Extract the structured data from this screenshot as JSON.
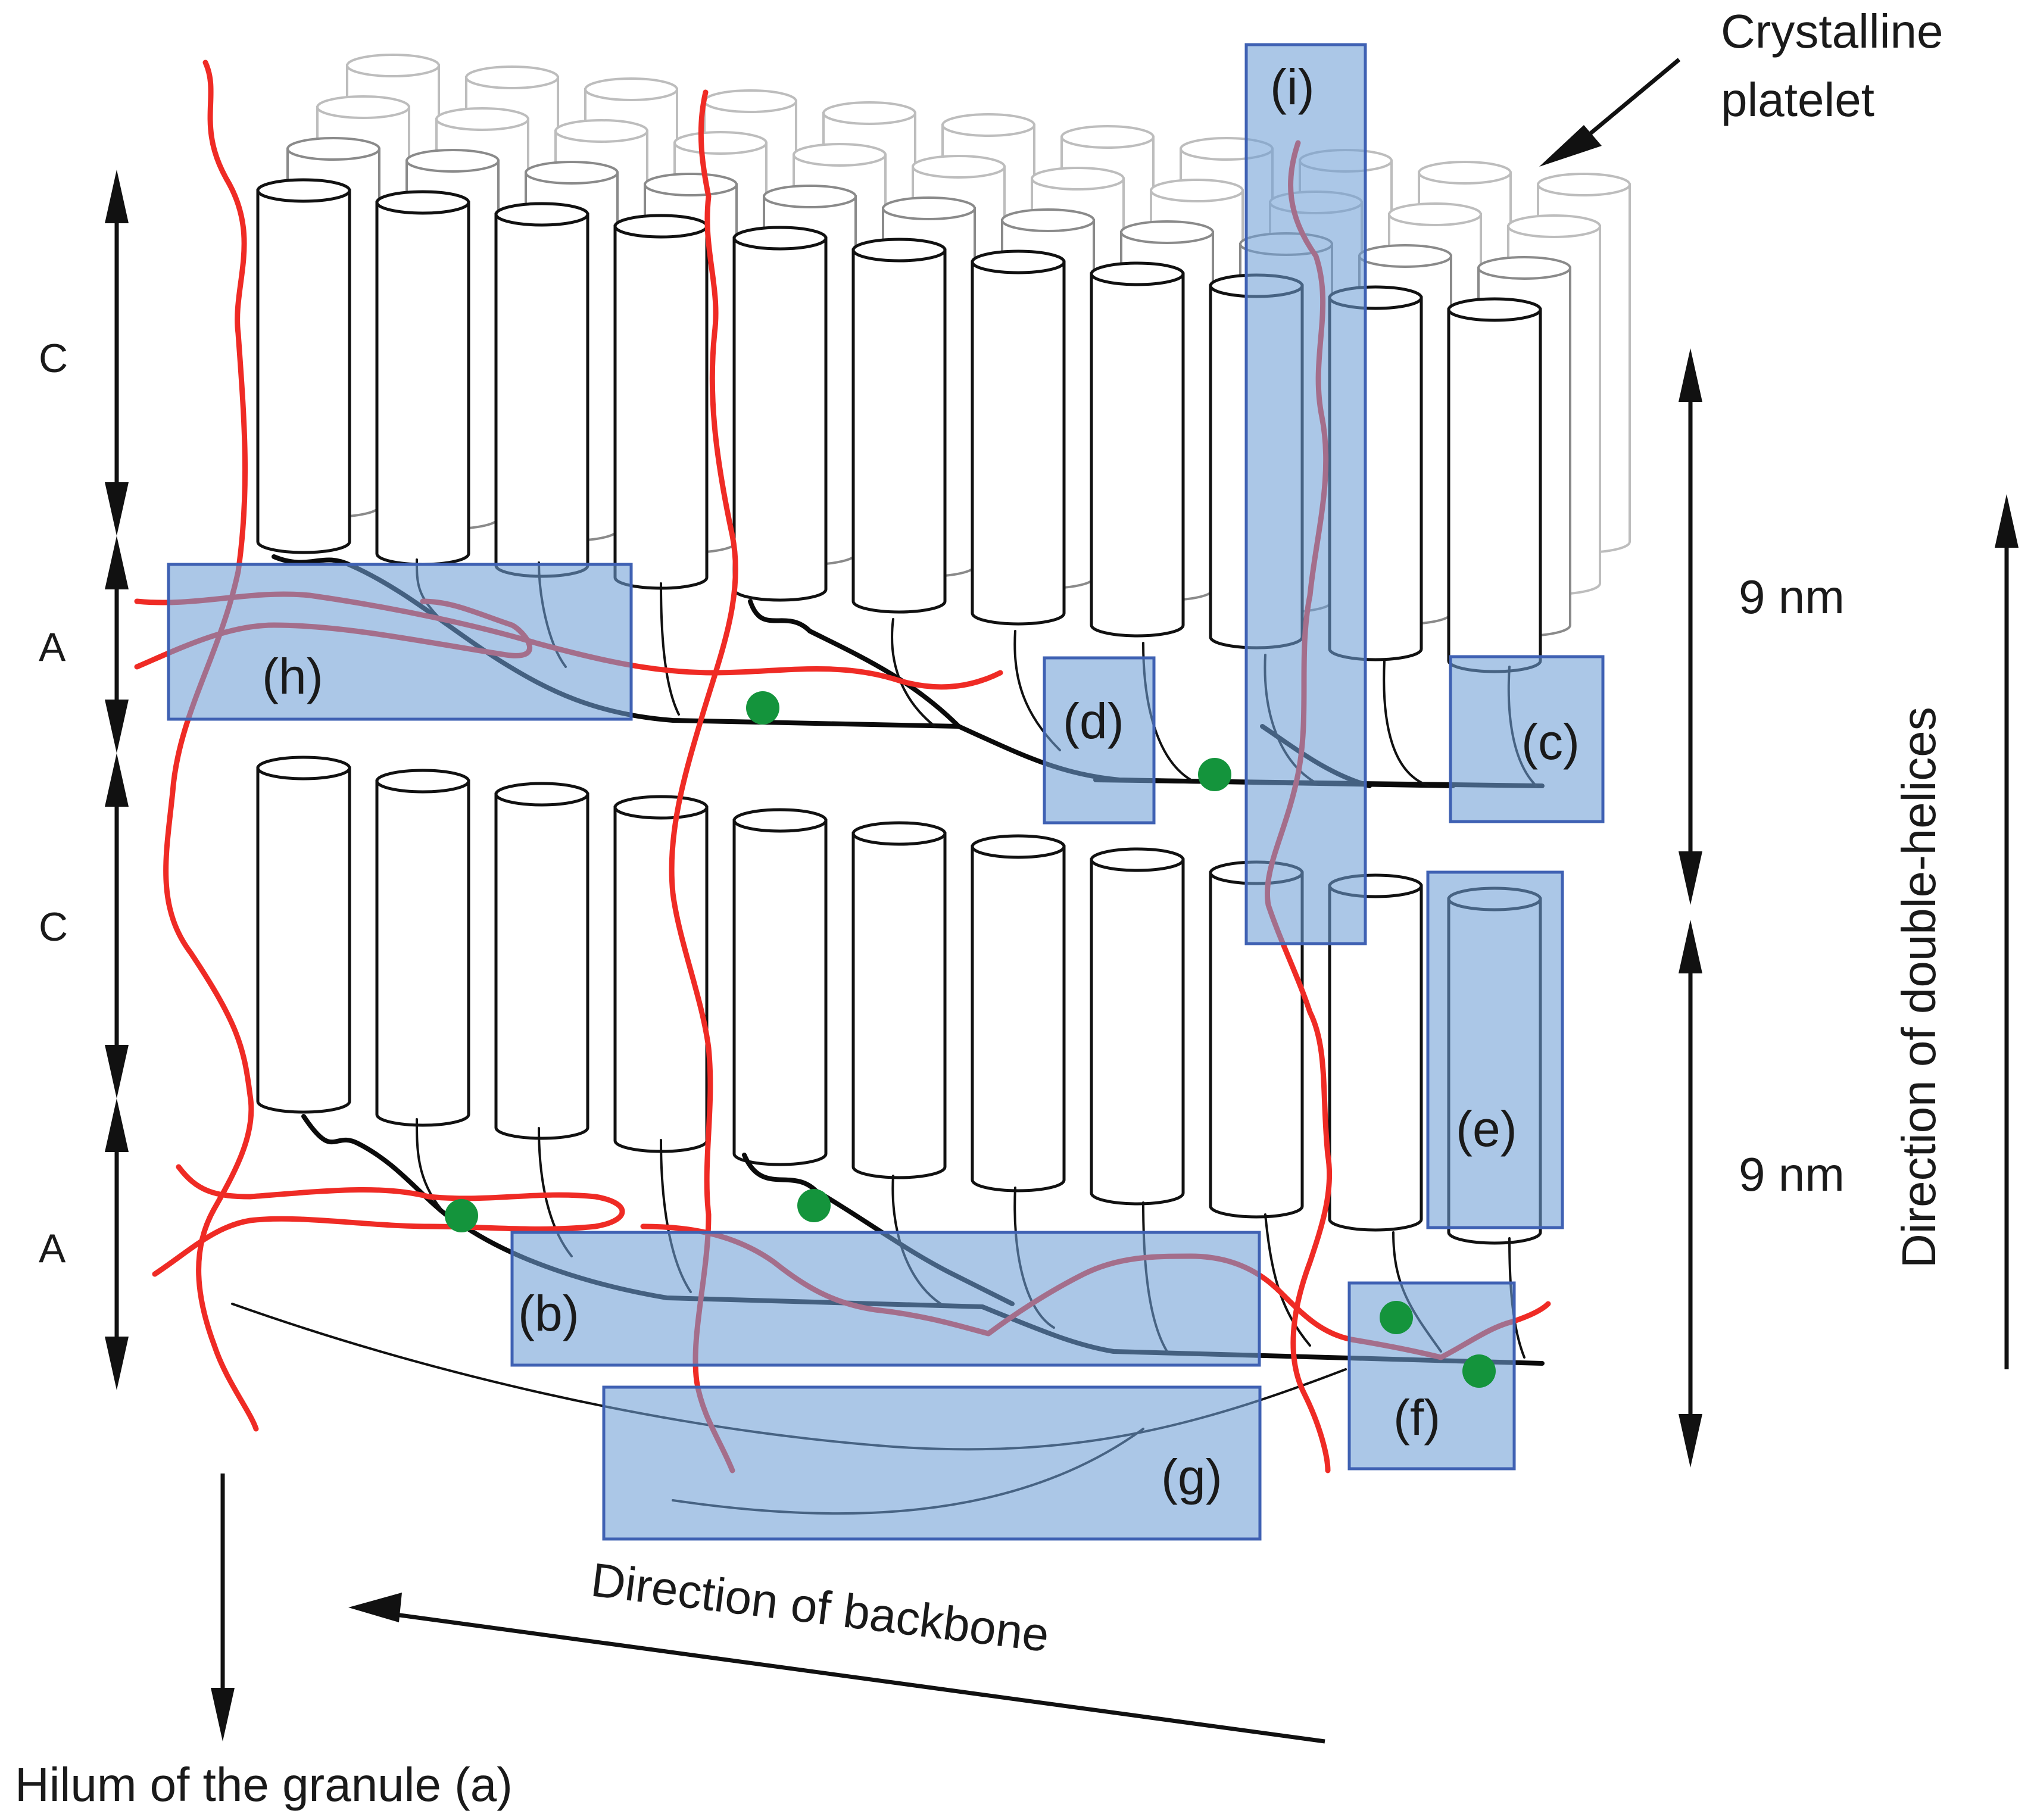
{
  "labels": {
    "crystalline_line1": "Crystalline",
    "crystalline_line2": "platelet",
    "c_upper": "C",
    "a_upper": "A",
    "c_lower": "C",
    "a_lower": "A",
    "nm_upper": "9 nm",
    "nm_lower": "9 nm",
    "direction_helices": "Direction of double-helices",
    "direction_backbone": "Direction of backbone",
    "hilum": "Hilum of the granule (a)"
  },
  "boxes": {
    "b": "(b)",
    "c": "(c)",
    "d": "(d)",
    "e": "(e)",
    "f": "(f)",
    "g": "(g)",
    "h": "(h)",
    "i": "(i)"
  },
  "colors": {
    "chain": "#ef2b25",
    "backbone": "#0b0b0b",
    "branch_point": "#14943c",
    "highlight_box": "#6f9ed6"
  }
}
